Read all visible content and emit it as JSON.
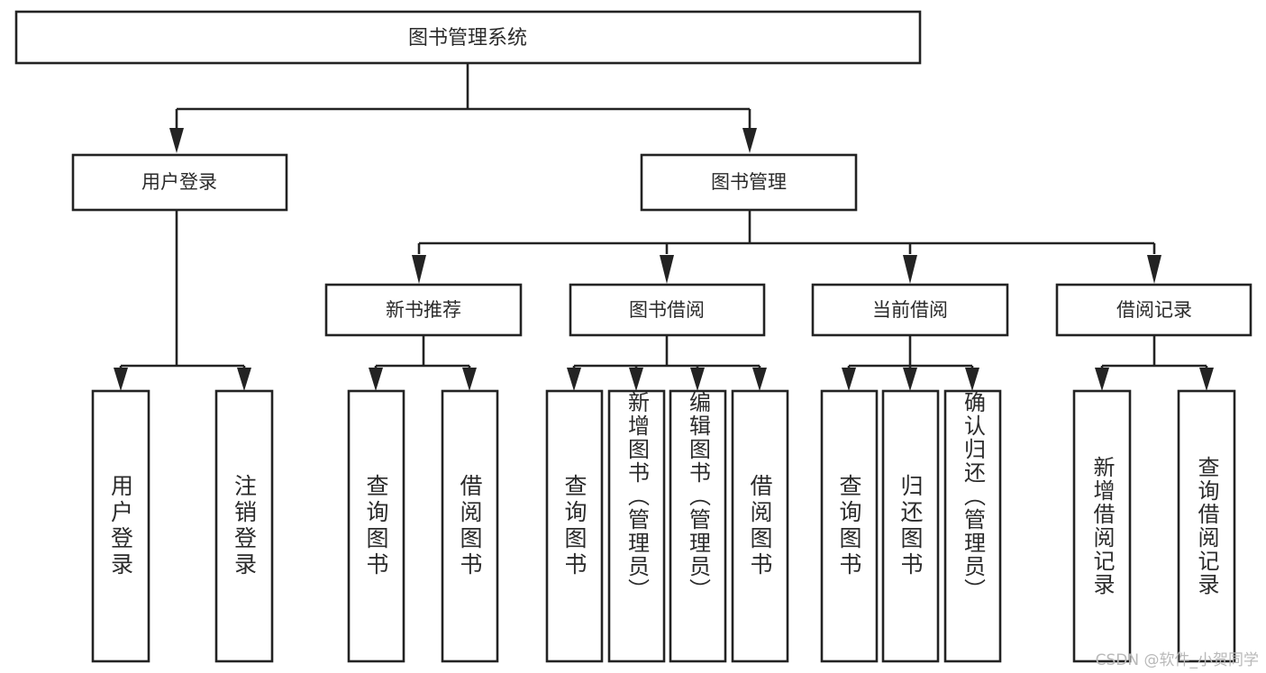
{
  "diagram": {
    "title": "图书管理系统",
    "type": "hierarchy-tree",
    "colors": {
      "box_stroke": "#232323",
      "box_fill": "#ffffff",
      "text": "#2b2b2b",
      "connector": "#232323",
      "watermark": "#b9b9b9",
      "background": "#ffffff"
    },
    "levels": {
      "root": {
        "label": "图书管理系统"
      },
      "level1": [
        {
          "label": "用户登录"
        },
        {
          "label": "图书管理"
        }
      ],
      "level2": [
        {
          "label": "新书推荐"
        },
        {
          "label": "图书借阅"
        },
        {
          "label": "当前借阅"
        },
        {
          "label": "借阅记录"
        }
      ],
      "leaves": {
        "user_login": [
          {
            "label": "用户登录"
          },
          {
            "label": "注销登录"
          }
        ],
        "new_book_recommend": [
          {
            "label": "查询图书"
          },
          {
            "label": "借阅图书"
          }
        ],
        "book_borrow": [
          {
            "label": "查询图书"
          },
          {
            "label": "新增图书（管理员）"
          },
          {
            "label": "编辑图书（管理员）"
          },
          {
            "label": "借阅图书"
          }
        ],
        "current_borrow": [
          {
            "label": "查询图书"
          },
          {
            "label": "归还图书"
          },
          {
            "label": "确认归还（管理员）"
          }
        ],
        "borrow_record": [
          {
            "label": "新增借阅记录"
          },
          {
            "label": "查询借阅记录"
          }
        ]
      }
    }
  },
  "watermark": {
    "text": "CSDN @软件_小贺同学"
  }
}
